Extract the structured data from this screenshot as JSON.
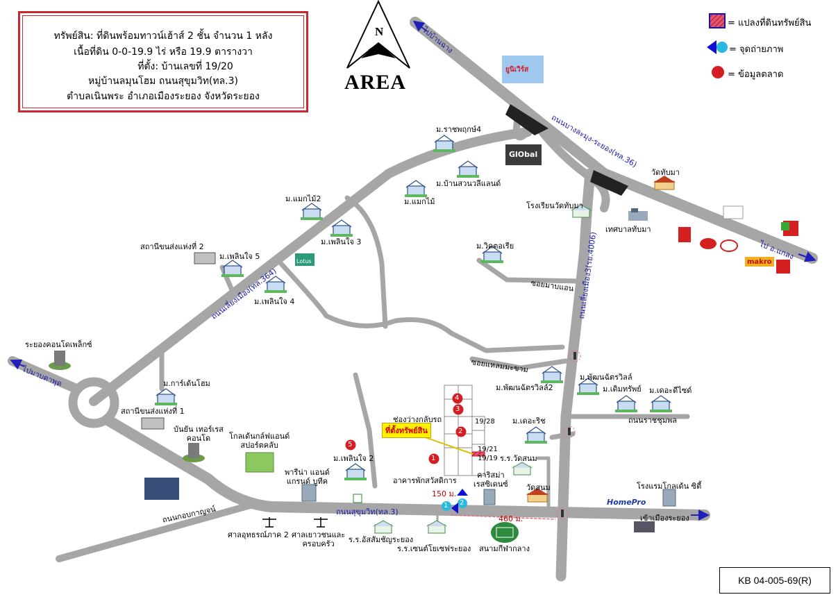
{
  "info": {
    "line1": "ทรัพย์สิน: ที่ดินพร้อมทาวน์เฮ้าส์ 2 ชั้น จำนวน 1 หลัง",
    "line2": "เนื้อที่ดิน 0-0-19.9 ไร่ หรือ 19.9 ตารางวา",
    "line3": "ที่ตั้ง: บ้านเลขที่ 19/20",
    "line4": "หมู่บ้านลมุนโฮม ถนนสุขุมวิท(ทล.3)",
    "line5": "ตำบลเนินพระ อำเภอเมืองระยอง จังหวัดระยอง"
  },
  "compass": {
    "north": "N",
    "title": "AREA"
  },
  "legend": [
    {
      "label": "= แปลงที่ดินทรัพย์สิน",
      "icon": "hatched-parcel-icon"
    },
    {
      "label": "= จุดถ่ายภาพ",
      "icon": "camera-point-icon"
    },
    {
      "label": "= ข้อมูลตลาด",
      "icon": "market-data-dot-icon"
    }
  ],
  "roads": {
    "to_ban_chang": "ไปบ้านฉาง",
    "bang_la_mung": "ถนนบางละมุง-ระยอง(ทล.36)",
    "to_klaeng": "ไป อ.แกลง",
    "road_4006": "ถนนเลี่ยงเมือง3(รย.4006)",
    "road_364": "ถนนเลี่ยงเมือง(ทล.364)",
    "to_map_ta_phut": "ไปมาบตาพุด",
    "soi_mawang": "ซอยมาบแอน",
    "soi_laem": "ซอยแหลมมะขาม",
    "sukhumvit": "ถนนสุขุมวิท(ทล.3)",
    "kon_kanya": "ถนนกอบกาญจน์",
    "into_rayong": "เข้าเมืองระยอง",
    "ratchaphon": "ถนนราชชุมพล"
  },
  "places": {
    "ratchaphruk4": "ม.ราชพฤกษ์4",
    "suan_wasi": "ม.บ้านสวนวลีแลนด์",
    "maekmai": "ม.แมกไม้",
    "maekmai2": "ม.แมกไม้2",
    "wat_thapma": "วัดทับมา",
    "school_thapma": "โรงเรียนวัดทับมา",
    "tessaban": "เทศบาลทับมา",
    "bus2": "สถานีขนส่งแห่งที่ 2",
    "ploenjai5": "ม.เพลินใจ 5",
    "ploenjai3": "ม.เพลินใจ 3",
    "ploenjai4": "ม.เพลินใจ 4",
    "victoria": "ม.วิคตอเรีย",
    "condoplex": "ระยองคอนโดเพล็กซ์",
    "garden_home": "ม.การ์เด้นโฮม",
    "bus1": "สถานีขนส่งแห่งที่ 1",
    "banyan": "บันยัน เทอร์เรส\nคอนโด",
    "golden_golf": "โกลเด้นกล์ฟแอนด์\nสปอร์ตคลับ",
    "ploenjai2": "ม.เพลินใจ 2",
    "parina": "พารีน่า แอนด์\nแกรนด์ บูทีค",
    "court_region2": "ศาลอุทธรณ์ภาค 2",
    "juvenile_court": "ศาลเยาวชนและ\nครอบครัว",
    "school_assumption": "ร.ร.อัสสัมชัญระยอง",
    "school_st_joseph": "ร.ร.เซนต์โยเซฟระยอง",
    "stadium": "สนามกีฬากลาง",
    "building_office": "อาคารพักสวัสดิการ",
    "charisma": "คาริสม่า\nเรสซิเดนซ์",
    "wat_sanam": "วัดสนม",
    "school_wat_sanam": "ร.ร.วัดสนม",
    "the_rich": "ม.เดอะริช",
    "patt2": "ม.พัฒนฉัตรวิลล์2",
    "patt": "ม.พัฒนฉัตรวิลล์",
    "dermsap": "ม.เดิมทรัพย์",
    "the_side": "ม.เดอะดีไซด์",
    "golden_city": "โรงแรมโกลเด้น ซิตี้",
    "gap_turn": "ช่องว่างกลับรถ",
    "property_loc": "ที่ตั้งทรัพย์สิน"
  },
  "brands": {
    "global": "GlObal",
    "homepro": "HomePro",
    "makro": "makro",
    "lotus": "Lotus",
    "banner_top": "ยูนิเวิร์ส"
  },
  "lots": {
    "l1": "19/28",
    "l2": "19/21",
    "l3": "19/19"
  },
  "distances": {
    "d150": "150 ม.",
    "d460": "460 ม."
  },
  "markers": {
    "m1": "1",
    "m2": "2",
    "m3": "3",
    "m4": "4",
    "m5": "5"
  },
  "camera": {
    "c1": "1",
    "c2": "2"
  },
  "ref_code": "KB 04-005-69(R)",
  "colors": {
    "road": "#a6a6a6",
    "accent_red": "#d41e24",
    "label_blue": "#1a1aa8",
    "parcel_fill": "#e0566c"
  }
}
